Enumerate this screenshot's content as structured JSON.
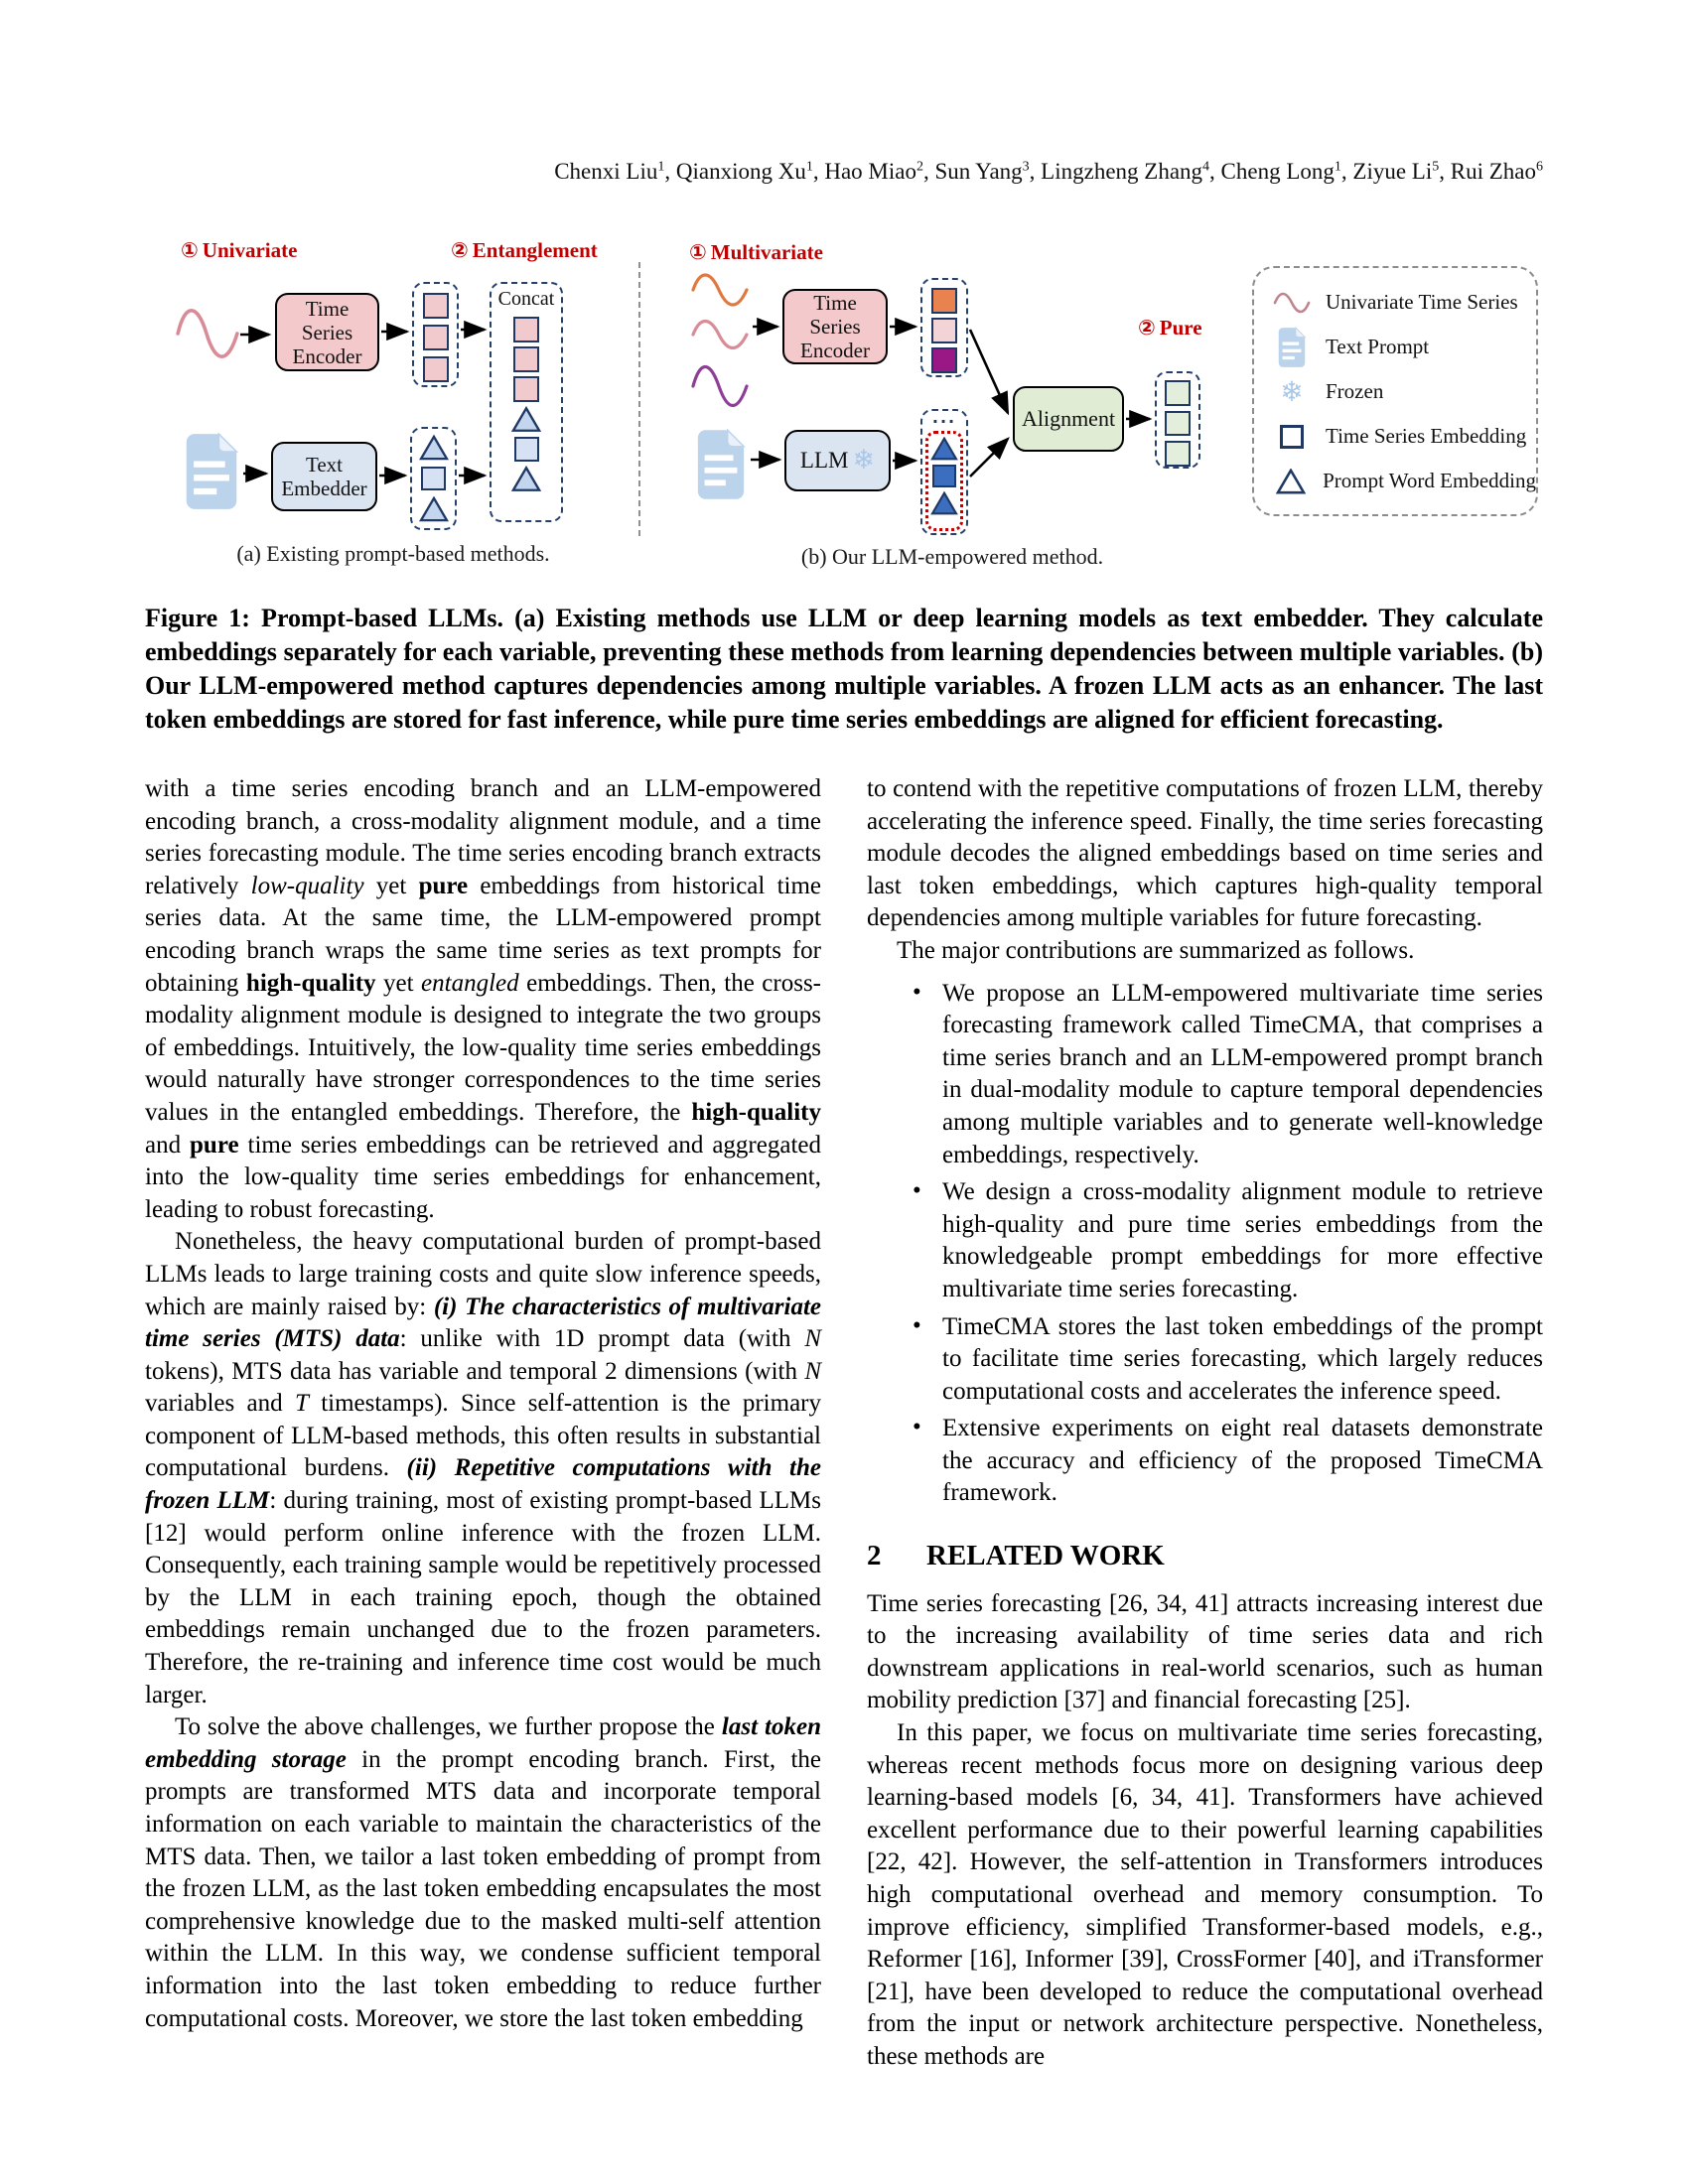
{
  "authors": {
    "list": [
      {
        "name": "Chenxi Liu",
        "sup": "1"
      },
      {
        "name": "Qianxiong Xu",
        "sup": "1"
      },
      {
        "name": "Hao Miao",
        "sup": "2"
      },
      {
        "name": "Sun Yang",
        "sup": "3"
      },
      {
        "name": "Lingzheng Zhang",
        "sup": "4"
      },
      {
        "name": "Cheng Long",
        "sup": "1"
      },
      {
        "name": "Ziyue Li",
        "sup": "5"
      },
      {
        "name": "Rui Zhao",
        "sup": "6"
      }
    ]
  },
  "figure": {
    "panel_a": {
      "annotation1_num": "①",
      "annotation1": "Univariate",
      "annotation2_num": "②",
      "annotation2": "Entanglement",
      "encoder_box": "Time Series Encoder",
      "embedder_box": "Text Embedder",
      "concat_label": "Concat",
      "caption": "(a) Existing prompt-based methods."
    },
    "panel_b": {
      "annotation1_num": "①",
      "annotation1": "Multivariate",
      "annotation2_num": "②",
      "annotation2": "Pure",
      "encoder_box": "Time Series Encoder",
      "llm_box": "LLM",
      "snowflake": "❄",
      "dots": "···",
      "alignment_box": "Alignment",
      "caption": "(b) Our LLM-empowered method."
    },
    "legend": {
      "items": [
        {
          "icon": "univariate-wave",
          "label": "Univariate Time Series"
        },
        {
          "icon": "text-prompt-doc",
          "label": "Text Prompt"
        },
        {
          "icon": "snowflake",
          "label": "Frozen"
        },
        {
          "icon": "square-outline",
          "label": "Time Series Embedding"
        },
        {
          "icon": "triangle-outline",
          "label": "Prompt Word Embedding"
        }
      ],
      "snowflake_glyph": "❄"
    },
    "caption": "Figure 1: Prompt-based LLMs. (a) Existing methods use LLM or deep learning models as text embedder. They calculate embeddings separately for each variable, preventing these methods from learning dependencies between multiple variables. (b) Our LLM-empowered method captures dependencies among multiple variables. A frozen LLM acts as an enhancer. The last token embeddings are stored for fast inference, while pure time series embeddings are aligned for efficient forecasting."
  },
  "colors": {
    "accent_red": "#C00000",
    "navy_border": "#1F3864",
    "pink_box": "#F4C9CC",
    "blue_box": "#DBE5F1",
    "alignment_green": "#E0EDD4",
    "pink_square": "#F1CACD",
    "light_blue_square": "#D6E2F4",
    "orange_square": "#E8824E",
    "light_pink_square": "#F3D4D6",
    "magenta_square": "#9A1786",
    "green_square": "#E3EFDC",
    "blue_shape": "#3C6EBF",
    "light_blue_shape": "#C3D6EE",
    "doc_icon_blue": "#BCD3EC",
    "snowflake_blue": "#A9C7E8",
    "wave_pink": "#D78C97",
    "wave_orange": "#E0793F",
    "wave_purple": "#8F3E97",
    "dashed_gray": "#8C8C8C"
  },
  "body": {
    "left": {
      "paragraphs": [
        {
          "segments": [
            {
              "t": "with a time series encoding branch and an LLM-empowered encoding branch, a cross-modality alignment module, and a time series forecasting module. The time series encoding branch extracts relatively "
            },
            {
              "t": "low-quality",
              "i": true
            },
            {
              "t": " yet "
            },
            {
              "t": "pure",
              "b": true
            },
            {
              "t": " embeddings from historical time series data. At the same time, the LLM-empowered prompt encoding branch wraps the same time series as text prompts for obtaining "
            },
            {
              "t": "high-quality",
              "b": true
            },
            {
              "t": " yet "
            },
            {
              "t": "entangled",
              "i": true
            },
            {
              "t": " embeddings. Then, the cross-modality alignment module is designed to integrate the two groups of embeddings. Intuitively, the low-quality time series embeddings would naturally have stronger correspondences to the time series values in the entangled embeddings. Therefore, the "
            },
            {
              "t": "high-quality",
              "b": true
            },
            {
              "t": " and "
            },
            {
              "t": "pure",
              "b": true
            },
            {
              "t": " time series embeddings can be retrieved and aggregated into the low-quality time series embeddings for enhancement, leading to robust forecasting."
            }
          ]
        },
        {
          "segments": [
            {
              "t": "Nonetheless, the heavy computational burden of prompt-based LLMs leads to large training costs and quite slow inference speeds, which are mainly raised by: "
            },
            {
              "t": "(i) The characteristics of multivariate time series (MTS) data",
              "b": true,
              "i": true
            },
            {
              "t": ": unlike with 1D prompt data (with "
            },
            {
              "t": "N",
              "i": true
            },
            {
              "t": " tokens), MTS data has variable and temporal 2 dimensions (with "
            },
            {
              "t": "N",
              "i": true
            },
            {
              "t": " variables and "
            },
            {
              "t": "T",
              "i": true
            },
            {
              "t": " timestamps). Since self-attention is the primary component of LLM-based methods, this often results in substantial computational burdens. "
            },
            {
              "t": "(ii) Repetitive computations with the frozen LLM",
              "b": true,
              "i": true
            },
            {
              "t": ": during training, most of existing prompt-based LLMs [12] would perform online inference with the frozen LLM. Consequently, each training sample would be repetitively processed by the LLM in each training epoch, though the obtained embeddings remain unchanged due to the frozen parameters. Therefore, the re-training and inference time cost would be much larger."
            }
          ]
        },
        {
          "segments": [
            {
              "t": "To solve the above challenges, we further propose the "
            },
            {
              "t": "last token embedding storage",
              "b": true,
              "i": true
            },
            {
              "t": " in the prompt encoding branch. First, the prompts are transformed MTS data and incorporate temporal information on each variable to maintain the characteristics of the MTS data. Then, we tailor a last token embedding of prompt from the frozen LLM, as the last token embedding encapsulates the most comprehensive knowledge due to the masked multi-self attention within the LLM. In this way, we condense sufficient temporal information into the last token embedding to reduce further computational costs. Moreover, we store the last token embedding"
            }
          ]
        }
      ]
    },
    "right": {
      "paragraphs_top": [
        {
          "segments": [
            {
              "t": "to contend with the repetitive computations of frozen LLM, thereby accelerating the inference speed. Finally, the time series forecasting module decodes the aligned embeddings based on time series and last token embeddings, which captures high-quality temporal dependencies among multiple variables for future forecasting."
            }
          ]
        },
        {
          "segments": [
            {
              "t": "The major contributions are summarized as follows."
            }
          ]
        }
      ],
      "bullet_marker": "•",
      "bullets": [
        "We propose an LLM-empowered multivariate time series forecasting framework called TimeCMA, that comprises a time series branch and an LLM-empowered prompt branch in dual-modality module to capture temporal dependencies among multiple variables and to generate well-knowledge embeddings, respectively.",
        "We design a cross-modality alignment module to retrieve high-quality and pure time series embeddings from the knowledgeable prompt embeddings for more effective multivariate time series forecasting.",
        "TimeCMA stores the last token embeddings of the prompt to facilitate time series forecasting, which largely reduces computational costs and accelerates the inference speed.",
        "Extensive experiments on eight real datasets demonstrate the accuracy and efficiency of the proposed TimeCMA framework."
      ],
      "section": {
        "number": "2",
        "title": "RELATED WORK"
      },
      "paragraphs_bottom": [
        {
          "segments": [
            {
              "t": "Time series forecasting [26, 34, 41] attracts increasing interest due to the increasing availability of time series data and rich downstream applications in real-world scenarios, such as human mobility prediction [37] and financial forecasting [25]."
            }
          ]
        },
        {
          "segments": [
            {
              "t": "In this paper, we focus on multivariate time series forecasting, whereas recent methods focus more on designing various deep learning-based models [6, 34, 41]. Transformers have achieved excellent performance due to their powerful learning capabilities [22, 42]. However, the self-attention in Transformers introduces high computational overhead and memory consumption. To improve efficiency, simplified Transformer-based models, e.g., Reformer [16], Informer [39], CrossFormer [40], and iTransformer [21], have been developed to reduce the computational overhead from the input or network architecture perspective. Nonetheless, these methods are"
            }
          ]
        }
      ]
    }
  }
}
